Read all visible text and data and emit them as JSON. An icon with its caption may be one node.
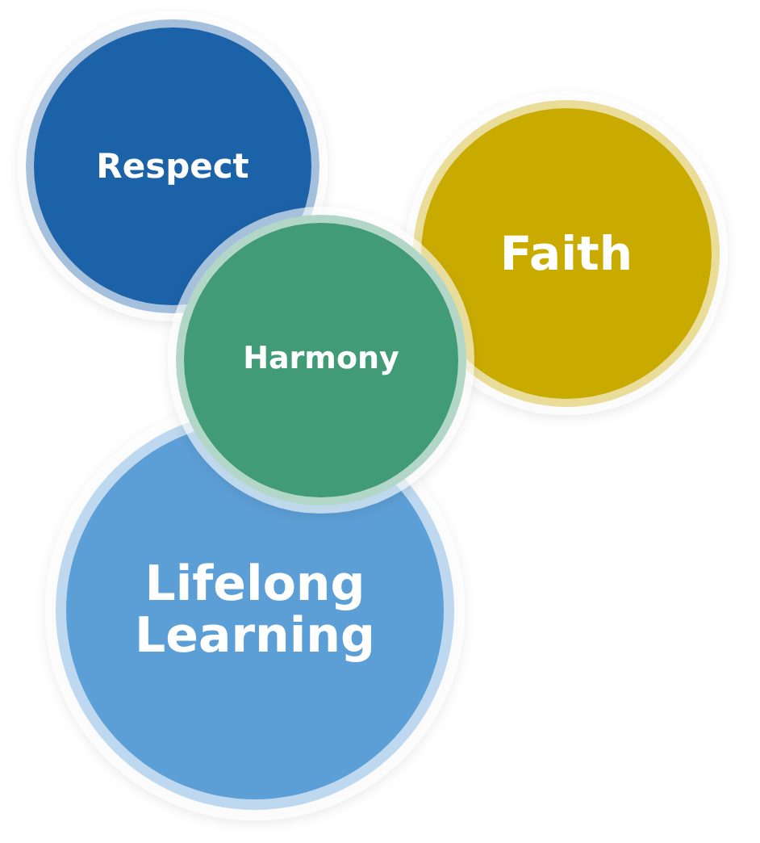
{
  "diagram": {
    "nodes": [
      {
        "text": [
          "Respect"
        ]
      },
      {
        "text": [
          "Faith"
        ]
      },
      {
        "text": [
          "Harmony"
        ]
      },
      {
        "text": [
          "Lifelong Learning"
        ]
      }
    ]
  }
}
